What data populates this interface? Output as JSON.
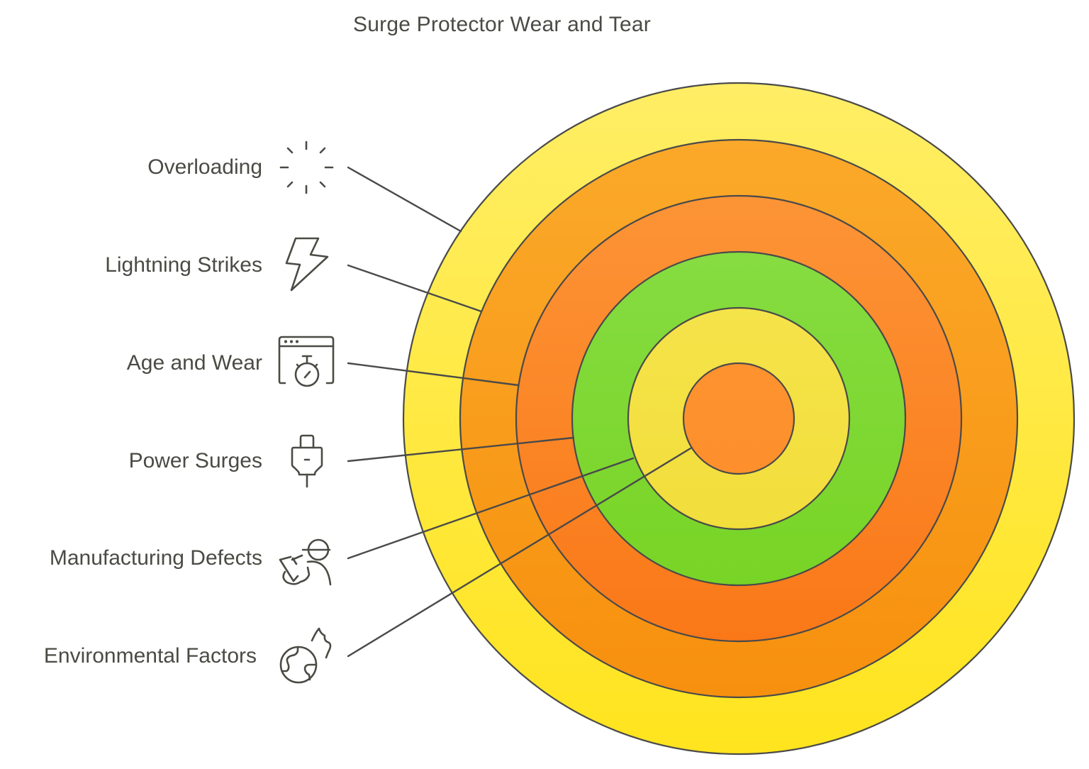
{
  "title": "Surge Protector Wear and Tear",
  "colors": {
    "text": "#4b4b45",
    "stroke": "#4a4a4a",
    "background": "#ffffff"
  },
  "factors": [
    {
      "label": "Overloading",
      "icon": "sparkle-burst-icon",
      "ring": 1
    },
    {
      "label": "Lightning Strikes",
      "icon": "lightning-bolt-icon",
      "ring": 2
    },
    {
      "label": "Age and Wear",
      "icon": "stopwatch-window-icon",
      "ring": 3
    },
    {
      "label": "Power Surges",
      "icon": "power-plug-icon",
      "ring": 4
    },
    {
      "label": "Manufacturing Defects",
      "icon": "worker-inspection-icon",
      "ring": 5
    },
    {
      "label": "Environmental Factors",
      "icon": "globe-fire-icon",
      "ring": 6
    }
  ],
  "rings": [
    {
      "name": "Overloading",
      "radius": 473,
      "color_top": "#FFEE66",
      "color_bottom": "#FFE41E"
    },
    {
      "name": "Lightning Strikes",
      "radius": 393,
      "color_top": "#FBA92A",
      "color_bottom": "#F7900E"
    },
    {
      "name": "Age and Wear",
      "radius": 314,
      "color_top": "#FC9436",
      "color_bottom": "#FA7818"
    },
    {
      "name": "Power Surges",
      "radius": 235,
      "color_top": "#86DC41",
      "color_bottom": "#78D425"
    },
    {
      "name": "Manufacturing Defects",
      "radius": 156,
      "color_top": "#F5E34A",
      "color_bottom": "#F2DE3B"
    },
    {
      "name": "Environmental Factors",
      "radius": 78,
      "color_top": "#FD922E",
      "color_bottom": "#FD902C"
    }
  ]
}
